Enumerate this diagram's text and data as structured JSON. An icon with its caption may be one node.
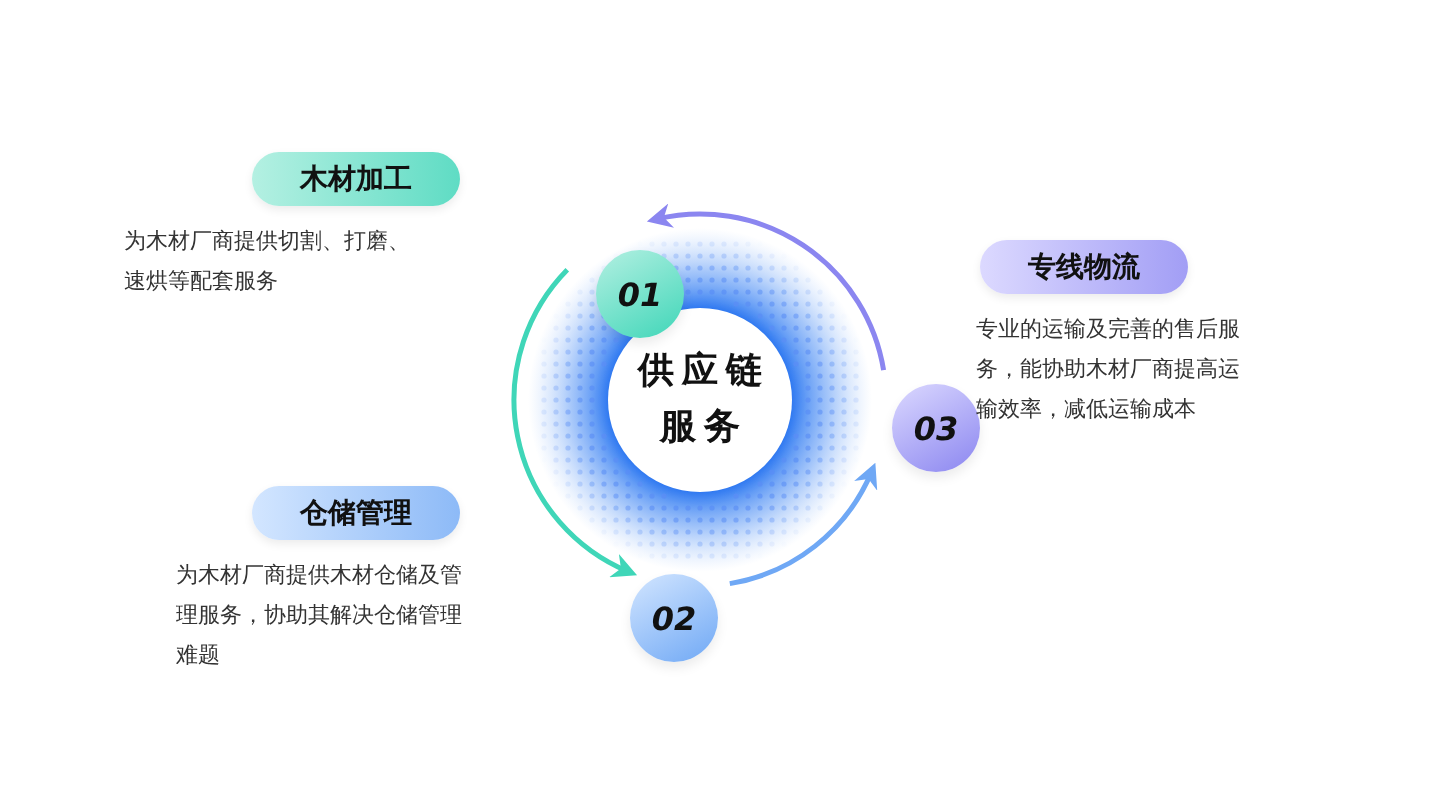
{
  "diagram": {
    "nodes": [
      {
        "text": [
          "供应链服务"
        ]
      },
      {
        "text": [
          "01"
        ]
      },
      {
        "text": [
          "02"
        ]
      },
      {
        "text": [
          "03"
        ]
      },
      {
        "text": [
          "木材加工",
          "为木材厂商提供切割、打磨、速烘等配套服务"
        ]
      },
      {
        "text": [
          "仓储管理",
          "为木材厂商提供木材仓储及管理服务，协助其解决仓储管理难题"
        ]
      },
      {
        "text": [
          "专线物流",
          "专业的运输及完善的售后服务，能协助木材厂商提高运输效率，减低运输成本"
        ]
      }
    ],
    "edges": [
      {
        "from": 3,
        "to": 1,
        "arrow": "to",
        "color": "#8b86f0"
      },
      {
        "from": 1,
        "to": 2,
        "arrow": "to",
        "color": "#3fd6b8"
      },
      {
        "from": 2,
        "to": 3,
        "arrow": "to",
        "color": "#6fa8f5"
      }
    ]
  }
}
